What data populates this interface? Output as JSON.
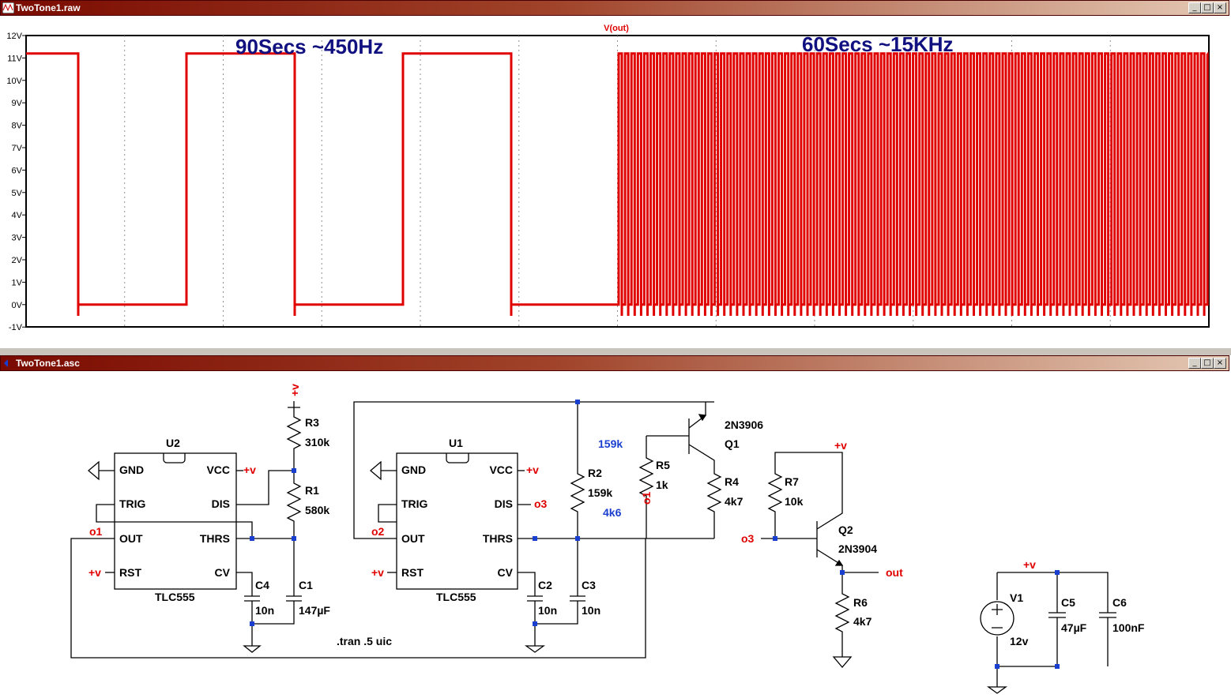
{
  "waveform_window": {
    "title": "TwoTone1.raw",
    "trace_label": "V(out)",
    "annotation_left": "90Secs ~450Hz",
    "annotation_right": "60Secs ~15KHz",
    "y_ticks": [
      "12V",
      "11V",
      "10V",
      "9V",
      "8V",
      "7V",
      "6V",
      "5V",
      "4V",
      "3V",
      "2V",
      "1V",
      "0V",
      "-1V"
    ],
    "trace_color": "#e00000"
  },
  "schematic_window": {
    "title": "TwoTone1.asc",
    "u2": {
      "ref": "U2",
      "type": "TLC555",
      "pins": {
        "gnd": "GND",
        "trig": "TRIG",
        "out": "OUT",
        "rst": "RST",
        "vcc": "VCC",
        "dis": "DIS",
        "thrs": "THRS",
        "cv": "CV"
      }
    },
    "u1": {
      "ref": "U1",
      "type": "TLC555",
      "pins": {
        "gnd": "GND",
        "trig": "TRIG",
        "out": "OUT",
        "rst": "RST",
        "vcc": "VCC",
        "dis": "DIS",
        "thrs": "THRS",
        "cv": "CV"
      }
    },
    "components": {
      "r3": {
        "ref": "R3",
        "value": "310k"
      },
      "r1": {
        "ref": "R1",
        "value": "580k"
      },
      "c1": {
        "ref": "C1",
        "value": "147µF"
      },
      "c4": {
        "ref": "C4",
        "value": "10n"
      },
      "r2": {
        "ref": "R2",
        "value": "159k"
      },
      "c2": {
        "ref": "C2",
        "value": "10n"
      },
      "c3": {
        "ref": "C3",
        "value": "10n"
      },
      "r5": {
        "ref": "R5",
        "value": "1k"
      },
      "r4": {
        "ref": "R4",
        "value": "4k7"
      },
      "q1": {
        "ref": "Q1",
        "type": "2N3906"
      },
      "r7": {
        "ref": "R7",
        "value": "10k"
      },
      "q2": {
        "ref": "Q2",
        "type": "2N3904"
      },
      "r6": {
        "ref": "R6",
        "value": "4k7"
      },
      "v1": {
        "ref": "V1",
        "value": "12v"
      },
      "c5": {
        "ref": "C5",
        "value": "47µF"
      },
      "c6": {
        "ref": "C6",
        "value": "100nF"
      }
    },
    "notes": {
      "r2_alt": "159k",
      "r5_alt": "4k6",
      "tran": ".tran .5 uic"
    },
    "nets": {
      "vplus": "+v",
      "o1": "o1",
      "o2": "o2",
      "o3": "o3",
      "out": "out"
    }
  },
  "window_buttons": {
    "minimize": "_",
    "maximize": "□",
    "close": "×"
  },
  "colors": {
    "net_label": "#e00000",
    "wire": "#000000",
    "junction": "#1a3fd0",
    "annotation": "#101080",
    "alt_value": "#1a3fd0"
  }
}
